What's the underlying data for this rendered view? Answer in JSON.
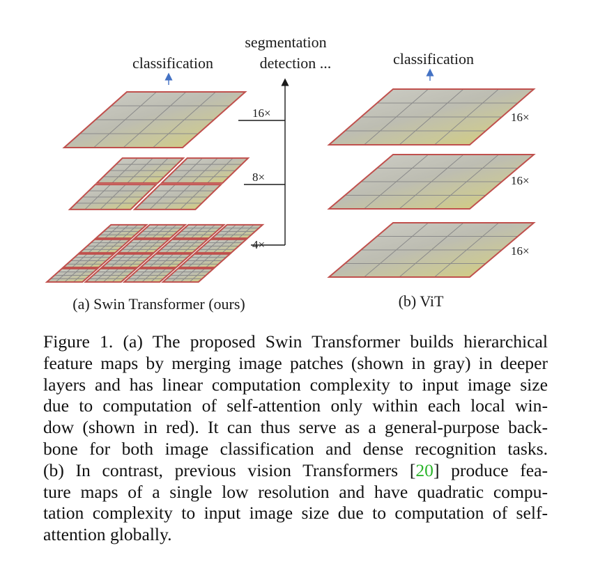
{
  "figure": {
    "left_panel": {
      "top_label": "classification",
      "side_label_line1": "segmentation",
      "side_label_line2": "detection ...",
      "scales": [
        "16×",
        "8×",
        "4×"
      ],
      "caption": "(a) Swin Transformer (ours)"
    },
    "right_panel": {
      "top_label": "classification",
      "scales": [
        "16×",
        "16×",
        "16×"
      ],
      "caption": "(b) ViT"
    },
    "colors": {
      "window_border": "#c0504d",
      "patch_grid": "#8a8a8a",
      "arrow_blue": "#4472c4",
      "line": "#1a1a1a"
    }
  },
  "caption": {
    "lines": [
      "Figure 1. (a) The proposed Swin Transformer builds hierarchical",
      "feature maps by merging image patches (shown in gray) in deeper",
      "layers and has linear computation complexity to input image size",
      "due to computation of self-attention only within each local win-",
      "dow (shown in red). It can thus serve as a general-purpose back-",
      "bone for both image classification and dense recognition tasks.",
      "(b) In contrast, previous vision Transformers [",
      "20",
      "] produce fea-",
      "ture maps of a single low resolution and have quadratic compu-",
      "tation complexity to input image size due to computation of self-",
      "attention globally."
    ]
  }
}
